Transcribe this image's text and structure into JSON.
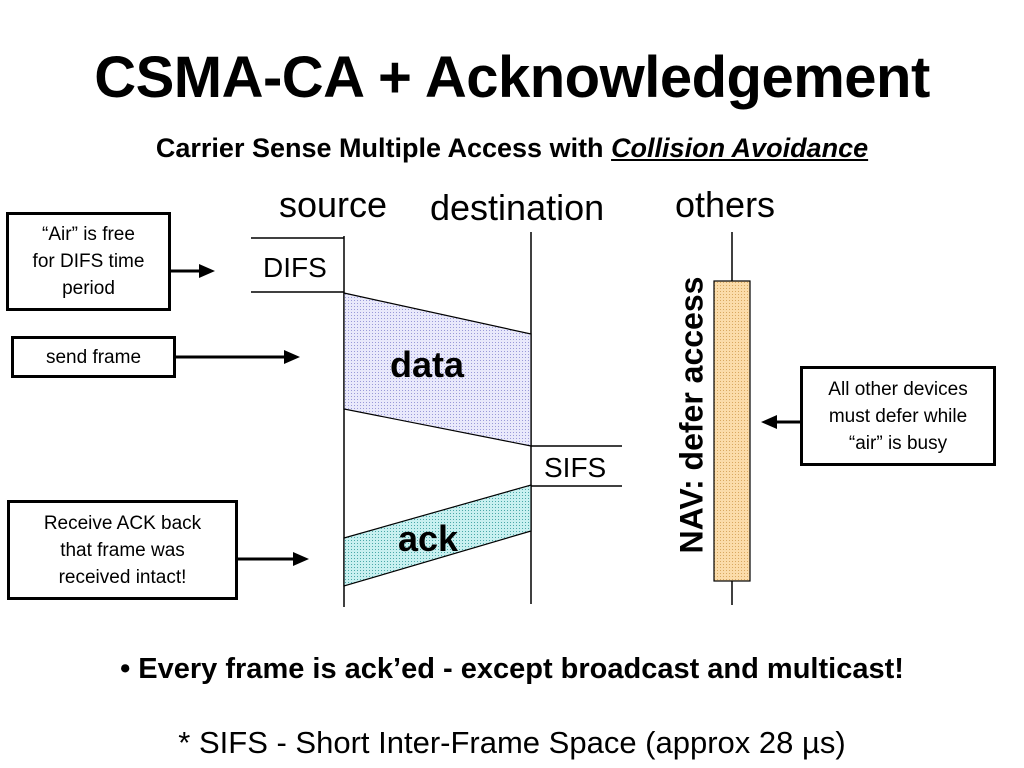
{
  "title": "CSMA-CA + Acknowledgement",
  "subtitle": {
    "prefix": "Carrier Sense Multiple Access with ",
    "emphasis": "Collision Avoidance"
  },
  "columns": {
    "source": "source",
    "destination": "destination",
    "others": "others"
  },
  "notes": {
    "air_free": [
      "“Air” is free",
      "for DIFS  time",
      "period"
    ],
    "send_frame": [
      "send frame"
    ],
    "receive_ack": [
      "Receive ACK back",
      "that frame was",
      "received intact!"
    ],
    "other_devices": [
      "All other devices",
      "must defer while",
      "“air” is busy"
    ]
  },
  "labels": {
    "difs": "DIFS",
    "sifs": "SIFS",
    "data": "data",
    "ack": "ack",
    "nav": "NAV: defer access"
  },
  "colors": {
    "data_fill": "#e9e9fb",
    "ack_fill": "#c8f0f0",
    "nav_fill": "#fbdcaa"
  },
  "bullet": "Every frame is ack’ed - except broadcast and multicast!",
  "footnote": "* SIFS - Short Inter-Frame Space (approx 28 µs)"
}
